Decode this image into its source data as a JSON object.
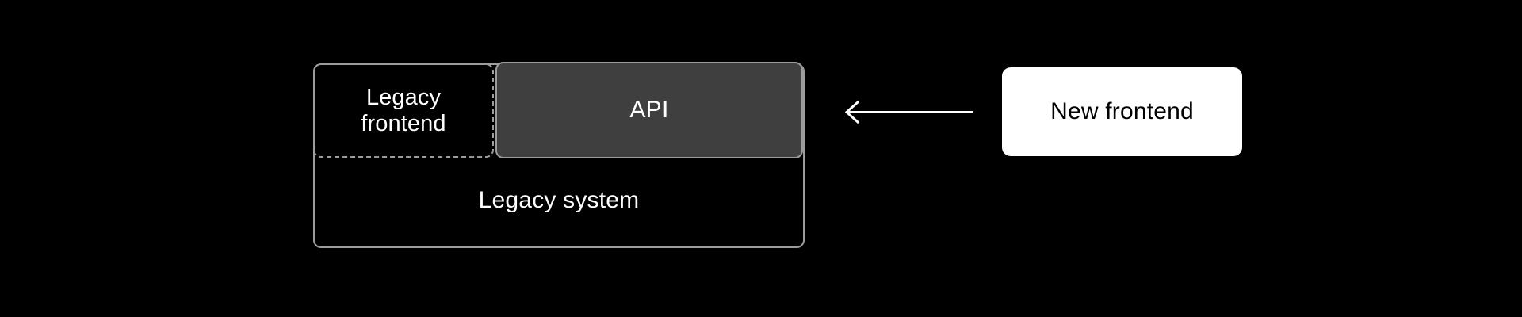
{
  "diagram": {
    "background_color": "#000000",
    "stroke_color": "#9c9c9c",
    "nodes": {
      "legacy_system": {
        "label": "Legacy system",
        "border_style": "solid",
        "fill_color": "#000000",
        "text_color": "#ffffff"
      },
      "legacy_frontend": {
        "label": "Legacy\nfrontend",
        "border_style": "dashed",
        "fill_color": "transparent",
        "text_color": "#ffffff"
      },
      "api": {
        "label": "API",
        "border_style": "solid",
        "fill_color": "#3f3f3f",
        "text_color": "#ffffff"
      },
      "new_frontend": {
        "label": "New frontend",
        "border_style": "none",
        "fill_color": "#ffffff",
        "text_color": "#000000"
      }
    },
    "connectors": [
      {
        "name": "new-frontend-to-api-arrow",
        "from": "new_frontend",
        "to": "api",
        "direction": "left",
        "head": "open",
        "color": "#ffffff",
        "label": ""
      }
    ]
  }
}
